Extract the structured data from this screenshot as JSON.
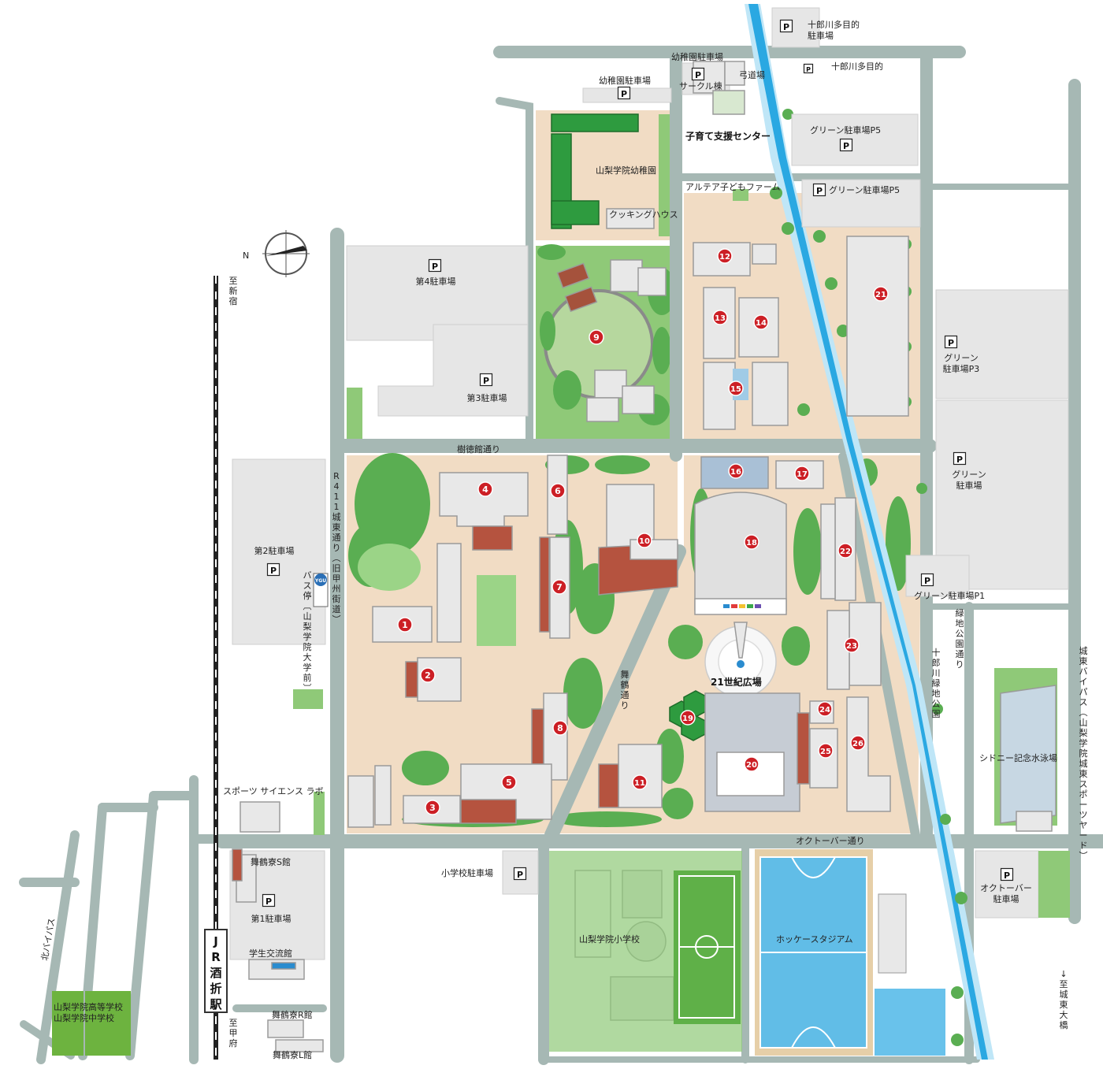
{
  "colors": {
    "road": "#a6b8b4",
    "plaza": "#f1dcc4",
    "grass": "#8fc978",
    "lawn": "#b6d79e",
    "tree": "#5aae52",
    "tree_light": "#9bd487",
    "building": "#e8e8e8",
    "building_edge": "#9a9a9a",
    "brick": "#b5533f",
    "river": "#2aa8e2",
    "river_light": "#bfe6f7",
    "parking": "#e6e6e6",
    "marker": "#cc1f25",
    "field_green": "#5fb048",
    "hockey_blue": "#61bde7",
    "school_green": "#6db33f"
  },
  "icons": {
    "parking": "parking-icon",
    "compass": "compass-icon",
    "marker": "building-number-marker"
  },
  "labels": {
    "jurokawa_parking": "十郎川多目的\n駐車場",
    "jurokawa_small": "十郎川多目的",
    "kinder_parking_top": "幼稚園駐車場",
    "circle_bldg": "サークル棟",
    "archery": "弓道場",
    "kinder_parking_left": "幼稚園駐車場",
    "kinder": "山梨学院幼稚園",
    "cooking": "クッキングハウス",
    "childcare": "子育て支援センター",
    "green_p5_a": "グリーン駐車場P5",
    "green_p5_b": "グリーン駐車場P5",
    "altea_farm": "アルテア子どもファーム",
    "to_shinjuku": "至\n新\n宿",
    "parking4": "第4駐車場",
    "parking3": "第3駐車場",
    "green_p3": "グリーン\n駐車場P3",
    "jutoku_st": "樹徳館通り",
    "r411": "R\n4\n1\n1\n城\n東\n通\nり\n︵\n旧\n甲\n州\n街\n道\n︶",
    "green_parking": "グリーン\n駐車場",
    "parking2": "第2駐車場",
    "bus_stop": "バス停︹山梨学院大学前︺",
    "ygu": "YGU",
    "green_p1": "グリーン駐車場P1",
    "ryokuchi_st": "緑地公園通り",
    "jurokawa_park": "十郎川緑地公園",
    "plaza21": "21世紀広場",
    "maizuru_st": "舞鶴通り",
    "sydney_pool": "シドニー記念水泳場",
    "joto_bypass": "城東バイパス︵山梨学院城東スポーツヤード︶",
    "sports_lab": "スポーツ サイエンス ラボ",
    "october_st": "オクトーバー通り",
    "elem_parking": "小学校駐車場",
    "maizuru_s": "舞鶴寮S館",
    "parking1": "第1駐車場",
    "student_hall": "学生交流館",
    "maizuru_r": "舞鶴寮R館",
    "maizuru_l": "舞鶴寮L館",
    "kita_bypass": "北バイパス",
    "high_school": "山梨学院高等学校\n山梨学院中学校",
    "jr_station": "JR酒折駅",
    "to_kofu": "至\n甲\n府",
    "elementary": "山梨学院小学校",
    "hockey": "ホッケースタジアム",
    "october_parking": "オクトーバー\n駐車場",
    "to_joto_bridge": "↓\n至\n城\n東\n大\n橋"
  },
  "markers": [
    {
      "n": "1"
    },
    {
      "n": "2"
    },
    {
      "n": "3"
    },
    {
      "n": "4"
    },
    {
      "n": "5"
    },
    {
      "n": "6"
    },
    {
      "n": "7"
    },
    {
      "n": "8"
    },
    {
      "n": "9"
    },
    {
      "n": "10"
    },
    {
      "n": "11"
    },
    {
      "n": "12"
    },
    {
      "n": "13"
    },
    {
      "n": "14"
    },
    {
      "n": "15"
    },
    {
      "n": "16"
    },
    {
      "n": "17"
    },
    {
      "n": "18"
    },
    {
      "n": "19"
    },
    {
      "n": "20"
    },
    {
      "n": "21"
    },
    {
      "n": "22"
    },
    {
      "n": "23"
    },
    {
      "n": "24"
    },
    {
      "n": "25"
    },
    {
      "n": "26"
    }
  ],
  "parking_letter": "P"
}
